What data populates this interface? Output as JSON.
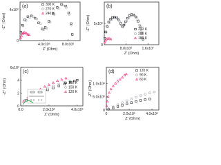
{
  "colors": {
    "black": "#1a1a1a",
    "grey": "#9aa3ad",
    "pink": "#ee2a7b",
    "green": "#33b24a",
    "lightgrey": "#c4c8cc"
  },
  "chart_data": [
    {
      "panel": "(a)",
      "type": "scatter",
      "xlabel": "Z' (Ohm)",
      "ylabel": "-Z'' (Ohm)",
      "xlim": [
        0,
        10000000
      ],
      "ylim": [
        0,
        5000000
      ],
      "xticks": [
        {
          "value": 4000000,
          "label": "4.0x10⁶"
        },
        {
          "value": 8000000,
          "label": "8.0x10⁶"
        }
      ],
      "yticks": [
        {
          "value": 0,
          "label": "0"
        },
        {
          "value": 4000000,
          "label": "4x10⁶"
        }
      ],
      "legend_position": "top-center",
      "series": [
        {
          "name": "300 K",
          "color": "#1a1a1a",
          "marker": "square",
          "x": [
            150000,
            400000,
            800000,
            1300000,
            1900000,
            2500000,
            3100000,
            3700000,
            4200000,
            4800000,
            5500000,
            6200000,
            6900000,
            7600000,
            8100000,
            8500000,
            8700000
          ],
          "y": [
            1100000,
            2000000,
            2700000,
            3100000,
            3200000,
            2900000,
            2300000,
            1500000,
            1700000,
            2500000,
            3500000,
            4300000,
            4700000,
            4500000,
            3600000,
            2200000,
            800000
          ]
        },
        {
          "name": "270 K",
          "color": "#9aa3ad",
          "marker": "circle",
          "x": [
            200000,
            500000,
            1000000,
            1600000,
            2200000,
            2800000,
            3400000,
            3900000,
            4400000,
            5000000,
            5700000,
            6400000,
            7100000,
            7700000,
            8200000,
            8500000
          ],
          "y": [
            1000000,
            1900000,
            2600000,
            3000000,
            3100000,
            2800000,
            2200000,
            1400000,
            1600000,
            2400000,
            3400000,
            4200000,
            4600000,
            4300000,
            3400000,
            2000000
          ]
        },
        {
          "name": "240 K",
          "color": "#ee2a7b",
          "marker": "triangle",
          "x": [
            100000,
            250000,
            400000,
            550000,
            700000,
            900000,
            1100000,
            1300000,
            1500000
          ],
          "y": [
            300000,
            600000,
            850000,
            1000000,
            1050000,
            1000000,
            900000,
            800000,
            750000
          ]
        }
      ]
    },
    {
      "panel": "(b)",
      "type": "scatter",
      "xlabel": "Z' (Ohm)",
      "ylabel": "-Z'' (Ohm)",
      "xlim": [
        0,
        20000000
      ],
      "ylim": [
        0,
        10000000
      ],
      "xticks": [
        {
          "value": 8000000,
          "label": "8.0x10⁶"
        },
        {
          "value": 16000000,
          "label": "1.6x10⁷"
        }
      ],
      "yticks": [
        {
          "value": 0,
          "label": "0"
        },
        {
          "value": 5000000,
          "label": "5x10⁶"
        }
      ],
      "legend_position": "bottom-right",
      "series": [
        {
          "name": "240 K",
          "color": "#1a1a1a",
          "marker": "square",
          "x": [
            200000,
            500000,
            1000000,
            1600000,
            2300000,
            3000000,
            3800000,
            4600000,
            5300000,
            6000000,
            6600000,
            7200000,
            7800000,
            8500000,
            9200000,
            10000000,
            10800000,
            11600000,
            12400000,
            13100000,
            13700000,
            14200000
          ],
          "y": [
            1500000,
            3000000,
            4300000,
            5300000,
            6000000,
            6400000,
            6500000,
            6300000,
            5800000,
            5000000,
            4300000,
            4600000,
            5400000,
            6200000,
            6800000,
            7100000,
            7000000,
            6500000,
            5500000,
            4200000,
            2700000,
            1300000
          ]
        },
        {
          "name": "210 K",
          "color": "#9aa3ad",
          "marker": "circle",
          "x": [
            300000,
            700000,
            1200000,
            1900000,
            2600000,
            3400000,
            4200000,
            5000000,
            5700000,
            6300000,
            6900000,
            7500000,
            8200000,
            9000000,
            9800000,
            10600000,
            11400000,
            12200000,
            12900000,
            13500000,
            14000000
          ],
          "y": [
            1400000,
            2900000,
            4200000,
            5200000,
            5900000,
            6300000,
            6300000,
            6000000,
            5400000,
            4600000,
            4200000,
            4700000,
            5500000,
            6300000,
            6800000,
            6900000,
            6600000,
            5800000,
            4600000,
            3100000,
            1500000
          ]
        },
        {
          "name": "180 K",
          "color": "#ee2a7b",
          "marker": "triangle",
          "x": [
            200000,
            500000,
            900000,
            1400000,
            1900000,
            2400000
          ],
          "y": [
            500000,
            1000000,
            1300000,
            1450000,
            1400000,
            1300000
          ]
        }
      ]
    },
    {
      "panel": "(c)",
      "type": "scatter",
      "xlabel": "Z' (Ohm)",
      "ylabel": "-Z'' (Ohm)",
      "xlim": [
        0,
        4400000
      ],
      "ylim": [
        0,
        6000000
      ],
      "xticks": [
        {
          "value": 0,
          "label": "0.0"
        },
        {
          "value": 2000000,
          "label": "2.0x10⁶"
        },
        {
          "value": 4000000,
          "label": "4.0x10⁶"
        }
      ],
      "yticks": [
        {
          "value": 0,
          "label": "0"
        },
        {
          "value": 2000000,
          "label": "2"
        },
        {
          "value": 4000000,
          "label": "4"
        },
        {
          "value": 6000000,
          "label": "6x10⁶"
        }
      ],
      "legend_position": "right",
      "inset": "equivalent circuit (two R–CPE elements)",
      "series": [
        {
          "name": "180 K",
          "color": "#1a1a1a",
          "marker": "square",
          "x": [
            400000,
            900000,
            1400000,
            1900000,
            2300000,
            2700000,
            3100000,
            3500000,
            3800000,
            4000000
          ],
          "y": [
            900000,
            1600000,
            2100000,
            2500000,
            2800000,
            3100000,
            3400000,
            3700000,
            3900000,
            4000000
          ]
        },
        {
          "name": "150 K",
          "color": "#9aa3ad",
          "marker": "circle",
          "x": [
            300000,
            700000,
            1100000,
            1500000,
            1900000,
            2300000,
            2700000,
            3100000,
            3500000
          ],
          "y": [
            900000,
            1500000,
            2000000,
            2400000,
            2800000,
            3100000,
            3400000,
            3700000,
            3900000
          ]
        },
        {
          "name": "120 K",
          "color": "#ee2a7b",
          "marker": "triangle",
          "x": [
            200000,
            500000,
            800000,
            1100000,
            1400000,
            1700000,
            2000000,
            2300000,
            2600000,
            2900000,
            3200000
          ],
          "y": [
            700000,
            1300000,
            1800000,
            2200000,
            2600000,
            3000000,
            3300000,
            3600000,
            3900000,
            4100000,
            4300000
          ]
        }
      ]
    },
    {
      "panel": "(d)",
      "type": "scatter",
      "xlabel": "Z' (Ohm)",
      "ylabel": "-Z'' (Ohm)",
      "xlim": [
        0,
        4600000
      ],
      "ylim": [
        0,
        1600000
      ],
      "xticks": [
        {
          "value": 0,
          "label": "0"
        },
        {
          "value": 2000000,
          "label": "2.0x10⁶"
        },
        {
          "value": 4000000,
          "label": "4.0x10⁶"
        }
      ],
      "yticks": [
        {
          "value": 0,
          "label": "0"
        },
        {
          "value": 500000,
          "label": "5.0x10⁵"
        },
        {
          "value": 1000000,
          "label": "1.0x10⁶"
        }
      ],
      "legend_position": "top-right",
      "series": [
        {
          "name": "120 K",
          "color": "#1a1a1a",
          "marker": "square",
          "x": [
            200000,
            600000,
            1000000,
            1400000,
            1800000,
            2200000,
            2600000,
            3000000,
            3400000,
            3800000
          ],
          "y": [
            30000,
            80000,
            130000,
            180000,
            230000,
            280000,
            320000,
            360000,
            390000,
            410000
          ]
        },
        {
          "name": "90 K",
          "color": "#9aa3ad",
          "marker": "circle",
          "x": [
            200000,
            600000,
            1000000,
            1400000,
            1800000,
            2200000,
            2600000,
            3000000,
            3400000,
            3800000,
            4200000
          ],
          "y": [
            50000,
            120000,
            200000,
            280000,
            350000,
            420000,
            480000,
            540000,
            590000,
            640000,
            680000
          ]
        },
        {
          "name": "60 K",
          "color": "#ee2a7b",
          "marker": "triangle",
          "x": [
            30000,
            80000,
            150000,
            250000,
            400000,
            600000,
            800000,
            1000000,
            1200000,
            1400000,
            1600000,
            1750000
          ],
          "y": [
            150000,
            320000,
            500000,
            650000,
            780000,
            900000,
            1000000,
            1080000,
            1150000,
            1220000,
            1300000,
            1350000
          ]
        }
      ]
    }
  ]
}
